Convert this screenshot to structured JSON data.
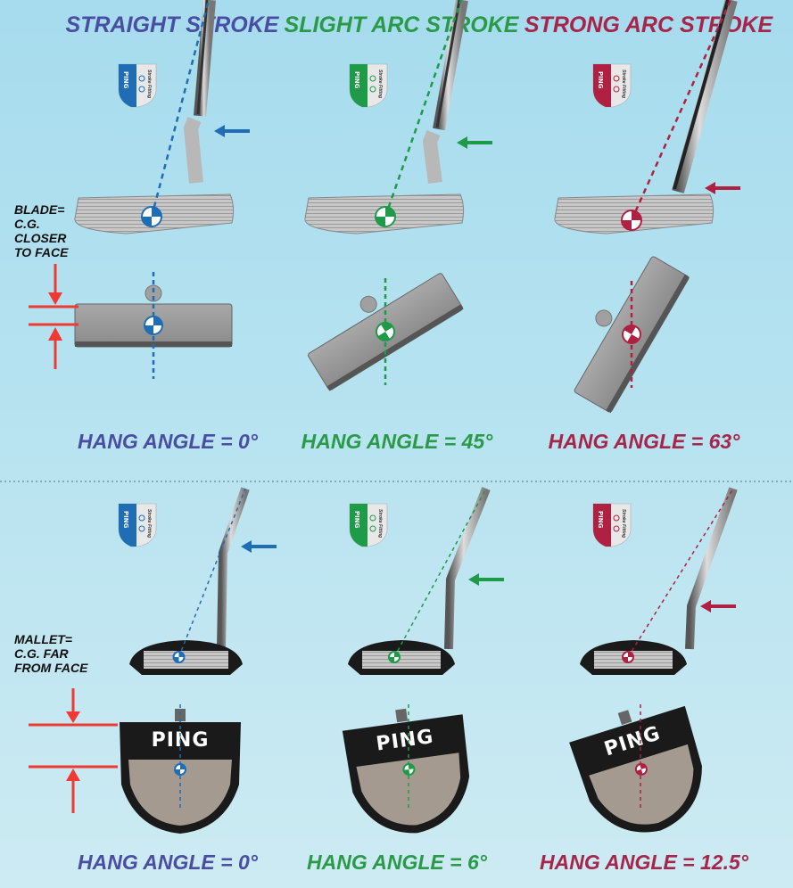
{
  "columns": [
    {
      "title": "STRAIGHT STROKE",
      "color": "#4a4ea2",
      "accent": "#1f6db5",
      "blade_hang": "HANG ANGLE = 0°",
      "blade_angle_deg": 0,
      "mallet_hang": "HANG ANGLE = 0°",
      "mallet_angle_deg": 0
    },
    {
      "title": "SLIGHT ARC STROKE",
      "color": "#2a9a48",
      "accent": "#1e9a48",
      "blade_hang": "HANG ANGLE = 45°",
      "blade_angle_deg": 45,
      "mallet_hang": "HANG ANGLE = 6°",
      "mallet_angle_deg": 6
    },
    {
      "title": "STRONG ARC STROKE",
      "color": "#a8254a",
      "accent": "#b02040",
      "blade_hang": "HANG ANGLE = 63°",
      "blade_angle_deg": 63,
      "mallet_hang": "HANG ANGLE = 12.5°",
      "mallet_angle_deg": 12.5
    }
  ],
  "notes": {
    "blade": [
      "BLADE=",
      "C.G.",
      "CLOSER",
      "TO FACE"
    ],
    "mallet": [
      "MALLET=",
      "C.G. FAR",
      "FROM FACE"
    ]
  },
  "brand": "PING",
  "badge_text": "Stroke Fitting",
  "measure_color": "#ee3a32"
}
